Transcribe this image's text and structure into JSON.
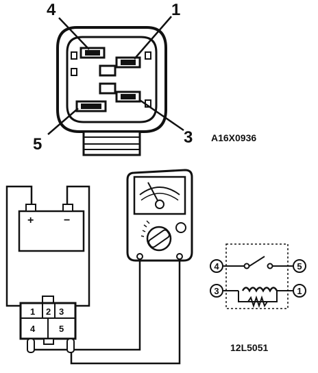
{
  "connector_view": {
    "pin_labels": {
      "p1": "1",
      "p3": "3",
      "p4": "4",
      "p5": "5"
    },
    "figure_code": "A16X0936"
  },
  "test_circuit": {
    "battery": {
      "plus": "+",
      "minus": "−"
    },
    "connector_pins": {
      "c1": "1",
      "c2": "2",
      "c3": "3",
      "c4": "4",
      "c5": "5"
    },
    "figure_code": "12L5051"
  },
  "relay_schematic": {
    "terminals": {
      "t1": "1",
      "t3": "3",
      "t4": "4",
      "t5": "5"
    }
  }
}
